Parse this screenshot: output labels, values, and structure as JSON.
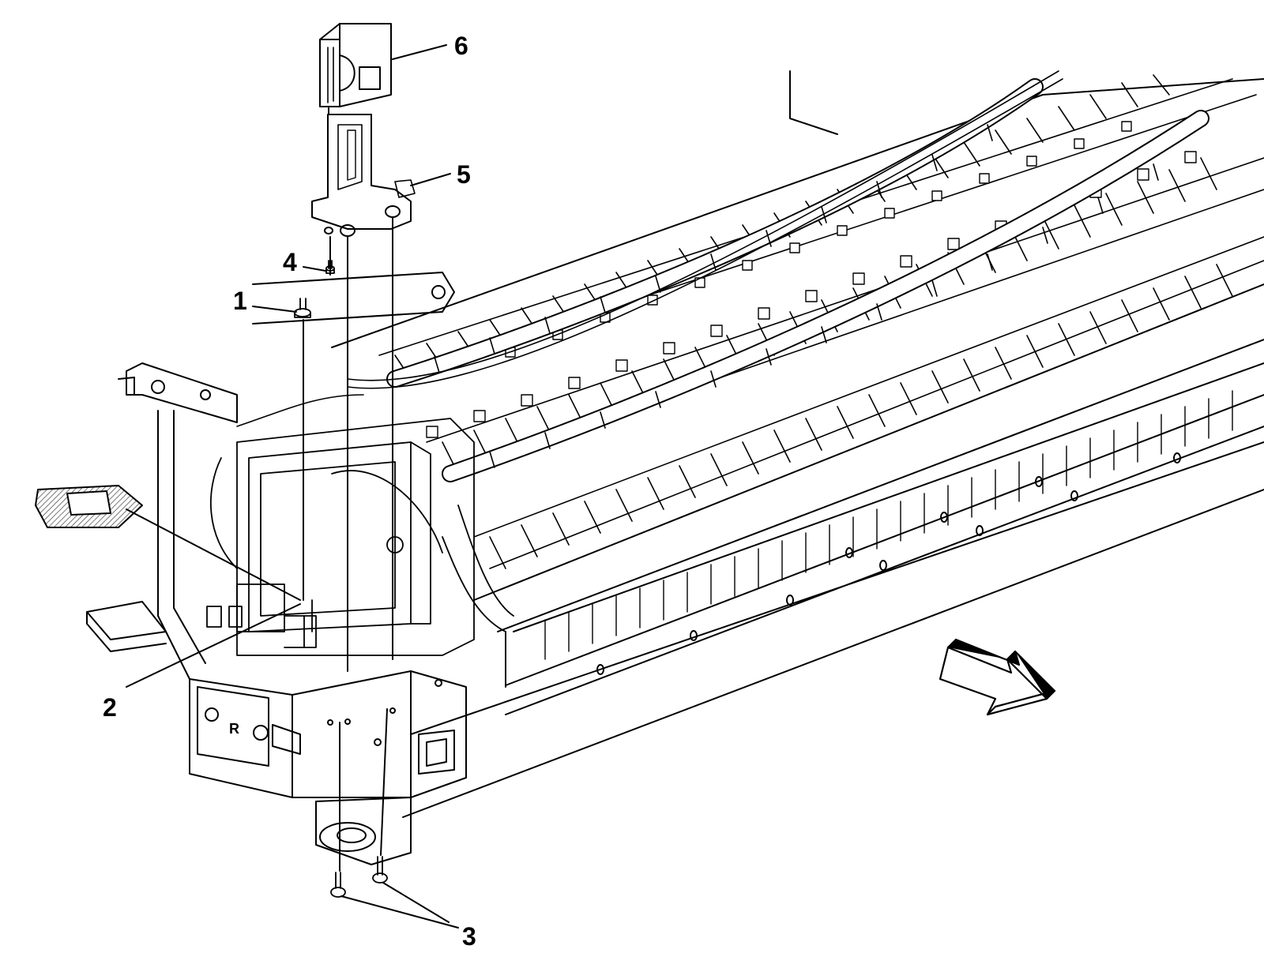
{
  "callouts": {
    "c1": "1",
    "c2": "2",
    "c3": "3",
    "c4": "4",
    "c5": "5",
    "c6": "6"
  },
  "pack": {
    "label_r": "R"
  },
  "colors": {
    "ink": "#000000",
    "paper": "#ffffff",
    "hatch": "#555555"
  },
  "icons": {
    "direction": "front-direction-arrow-icon"
  }
}
